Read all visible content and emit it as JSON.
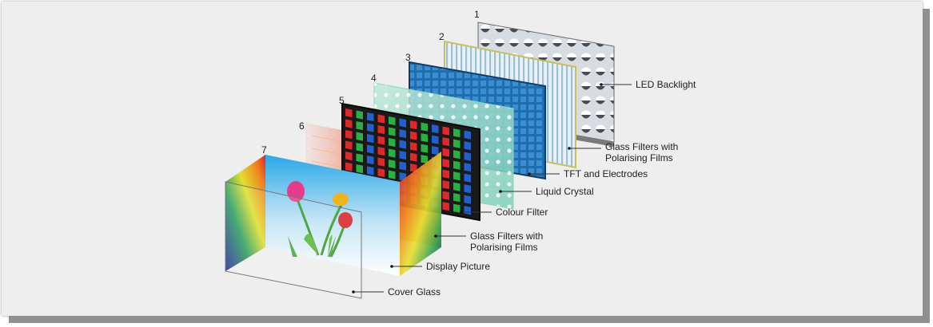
{
  "layers": [
    {
      "number": "1",
      "label": "LED Backlight",
      "label_line2": ""
    },
    {
      "number": "2",
      "label": "Glass Filters with",
      "label_line2": "Polarising Films"
    },
    {
      "number": "3",
      "label": "TFT and Electrodes",
      "label_line2": ""
    },
    {
      "number": "4",
      "label": "Liquid Crystal",
      "label_line2": ""
    },
    {
      "number": "5",
      "label": "Colour Filter",
      "label_line2": ""
    },
    {
      "number": "6",
      "label": "Glass Filters with",
      "label_line2": "Polarising Films"
    },
    {
      "number": "7",
      "label": "Display Picture",
      "label_line2": ""
    },
    {
      "number": "",
      "label": "Cover Glass",
      "label_line2": ""
    }
  ]
}
